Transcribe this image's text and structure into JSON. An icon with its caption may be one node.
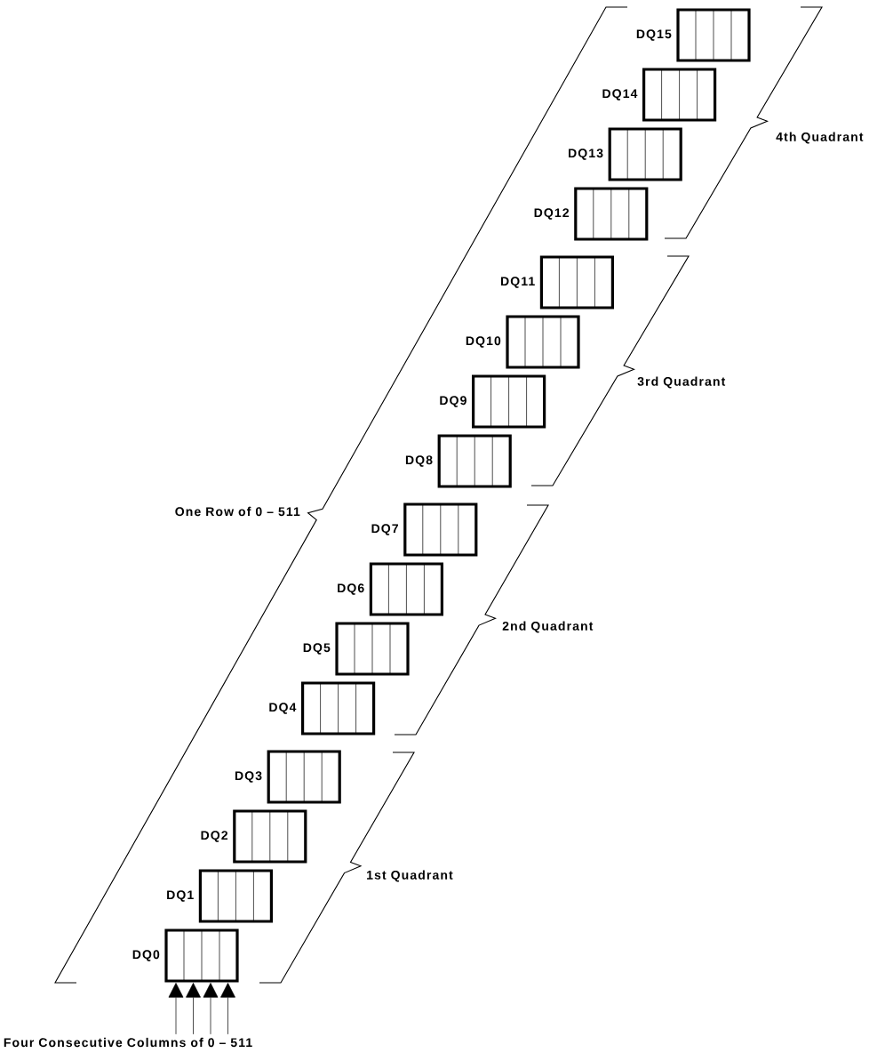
{
  "diagram": {
    "nodes": [
      {
        "text": [
          "DQ15"
        ]
      },
      {
        "text": [
          "DQ14"
        ]
      },
      {
        "text": [
          "DQ13"
        ]
      },
      {
        "text": [
          "DQ12"
        ]
      },
      {
        "text": [
          "DQ11"
        ]
      },
      {
        "text": [
          "DQ10"
        ]
      },
      {
        "text": [
          "DQ9"
        ]
      },
      {
        "text": [
          "DQ8"
        ]
      },
      {
        "text": [
          "DQ7"
        ]
      },
      {
        "text": [
          "DQ6"
        ]
      },
      {
        "text": [
          "DQ5"
        ]
      },
      {
        "text": [
          "DQ4"
        ]
      },
      {
        "text": [
          "DQ3"
        ]
      },
      {
        "text": [
          "DQ2"
        ]
      },
      {
        "text": [
          "DQ1"
        ]
      },
      {
        "text": [
          "DQ0"
        ]
      },
      {
        "text": [
          "Four Consecutive Columns of 0 – 511"
        ]
      }
    ],
    "edges": [
      {
        "from": 16,
        "to": 15,
        "arrow": "to"
      },
      {
        "from": 16,
        "to": 15,
        "arrow": "to"
      },
      {
        "from": 16,
        "to": 15,
        "arrow": "to"
      },
      {
        "from": 16,
        "to": 15,
        "arrow": "to"
      }
    ],
    "labels": [
      "4th Quadrant",
      "3rd Quadrant",
      "One Row of 0 – 511",
      "2nd Quadrant",
      "1st Quadrant"
    ]
  }
}
